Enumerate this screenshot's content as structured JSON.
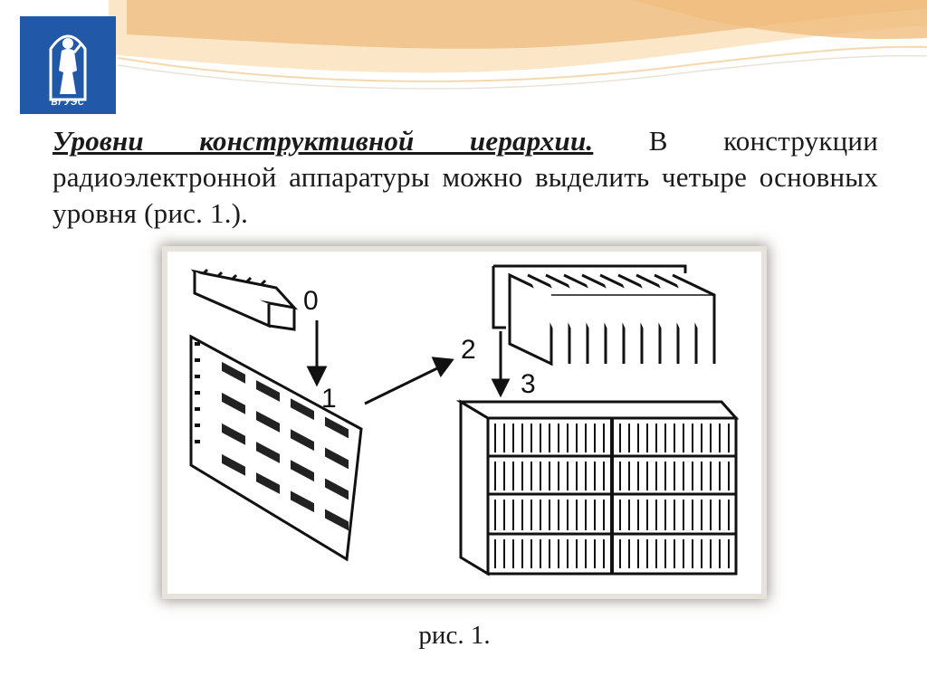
{
  "slide": {
    "logo": {
      "text": "ВГУЭС",
      "icon": "university-statue-logo"
    },
    "paragraph": {
      "term": "Уровни конструктивной иерархии.",
      "text": " В конструкции радиоэлектронной аппаратуры можно выделить четыре основных уровня  (рис. 1.)."
    },
    "figure": {
      "labels": [
        "0",
        "1",
        "2",
        "3"
      ]
    },
    "caption": "рис. 1."
  },
  "colors": {
    "logo_blue": "#2158a8",
    "swoosh_orange": "#f2c690",
    "swoosh_light": "#fbe6c8",
    "text": "#1a1a1a"
  }
}
